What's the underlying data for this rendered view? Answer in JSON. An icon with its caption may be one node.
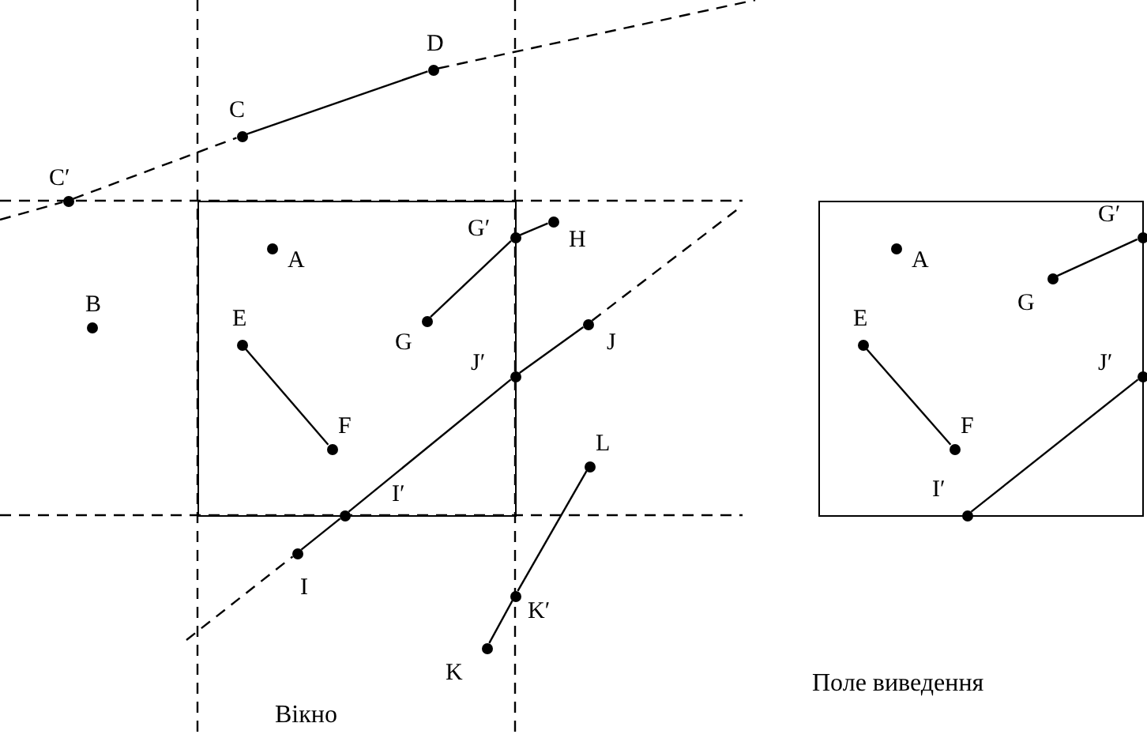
{
  "diagram": {
    "nodes": [
      {
        "text": [],
        "shape": "box"
      },
      {
        "text": [],
        "shape": "circle",
        "beside": [
          "A"
        ],
        "in": 0
      },
      {
        "text": [],
        "shape": "circle",
        "beside": [
          "B"
        ]
      },
      {
        "text": [],
        "shape": "circle",
        "beside": [
          "C"
        ]
      },
      {
        "text": [],
        "shape": "circle",
        "beside": [
          "D"
        ]
      },
      {
        "text": [],
        "shape": "circle",
        "beside": [
          "C′"
        ]
      },
      {
        "text": [],
        "shape": "circle",
        "beside": [
          "E"
        ],
        "in": 0
      },
      {
        "text": [],
        "shape": "circle",
        "beside": [
          "F"
        ],
        "in": 0
      },
      {
        "text": [],
        "shape": "circle",
        "beside": [
          "G"
        ],
        "in": 0
      },
      {
        "text": [],
        "shape": "circle",
        "beside": [
          "G′"
        ]
      },
      {
        "text": [],
        "shape": "circle",
        "beside": [
          "H"
        ]
      },
      {
        "text": [],
        "shape": "circle",
        "beside": [
          "J"
        ]
      },
      {
        "text": [],
        "shape": "circle",
        "beside": [
          "J′"
        ]
      },
      {
        "text": [],
        "shape": "circle",
        "beside": [
          "I"
        ]
      },
      {
        "text": [],
        "shape": "circle",
        "beside": [
          "I′"
        ]
      },
      {
        "text": [],
        "shape": "circle",
        "beside": [
          "K"
        ]
      },
      {
        "text": [],
        "shape": "circle",
        "beside": [
          "K′"
        ]
      },
      {
        "text": [],
        "shape": "circle",
        "beside": [
          "L"
        ]
      },
      {
        "text": [],
        "shape": "box"
      },
      {
        "text": [],
        "shape": "circle",
        "beside": [
          "A"
        ],
        "in": 18
      },
      {
        "text": [],
        "shape": "circle",
        "beside": [
          "G"
        ],
        "in": 18
      },
      {
        "text": [],
        "shape": "circle",
        "beside": [
          "G′"
        ]
      },
      {
        "text": [],
        "shape": "circle",
        "beside": [
          "E"
        ],
        "in": 18
      },
      {
        "text": [],
        "shape": "circle",
        "beside": [
          "F"
        ],
        "in": 18
      },
      {
        "text": [],
        "shape": "circle",
        "beside": [
          "J′"
        ]
      },
      {
        "text": [],
        "shape": "circle",
        "beside": [
          "I′"
        ]
      }
    ],
    "edges": [
      {
        "from": 3,
        "to": 4,
        "arrow": "none"
      },
      {
        "from": 5,
        "to": 3,
        "arrow": "none",
        "style": "dashed"
      },
      {
        "from": null,
        "to": 5,
        "arrow": "none",
        "style": "dashed"
      },
      {
        "from": 4,
        "to": null,
        "arrow": "none",
        "style": "dashed"
      },
      {
        "from": 8,
        "to": 9,
        "arrow": "none"
      },
      {
        "from": 9,
        "to": 10,
        "arrow": "none"
      },
      {
        "from": 6,
        "to": 7,
        "arrow": "none"
      },
      {
        "from": 13,
        "to": 14,
        "arrow": "none"
      },
      {
        "from": 14,
        "to": 12,
        "arrow": "none"
      },
      {
        "from": 12,
        "to": 11,
        "arrow": "none"
      },
      {
        "from": null,
        "to": 13,
        "arrow": "none",
        "style": "dashed"
      },
      {
        "from": 11,
        "to": null,
        "arrow": "none",
        "style": "dashed"
      },
      {
        "from": 15,
        "to": 16,
        "arrow": "none"
      },
      {
        "from": 16,
        "to": 17,
        "arrow": "none"
      },
      {
        "from": 22,
        "to": 23,
        "arrow": "none"
      },
      {
        "from": 20,
        "to": 21,
        "arrow": "none"
      },
      {
        "from": 25,
        "to": 24,
        "arrow": "none"
      }
    ],
    "labels": [
      "Поле виведення",
      "Вікно"
    ]
  }
}
